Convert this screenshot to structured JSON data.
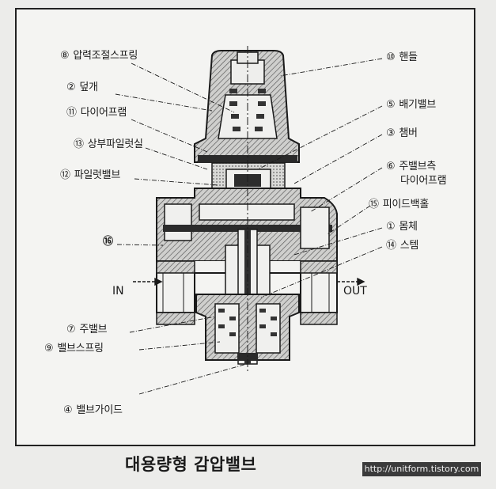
{
  "labels": {
    "pressure_spring": {
      "num": "⑧",
      "text": "압력조절스프링"
    },
    "cover": {
      "num": "②",
      "text": "덮개"
    },
    "diaphragm": {
      "num": "⑪",
      "text": "다이어프램"
    },
    "upper_pilot_chamber": {
      "num": "⑬",
      "text": "상부파일럿실"
    },
    "pilot_valve": {
      "num": "⑫",
      "text": "파일럿밸브"
    },
    "part16": {
      "num": "⑯",
      "text": ""
    },
    "handle": {
      "num": "⑩",
      "text": "핸들"
    },
    "exhaust_valve": {
      "num": "⑤",
      "text": "배기밸브"
    },
    "chamber": {
      "num": "③",
      "text": "챔버"
    },
    "main_valve_diaphragm": {
      "num": "⑥",
      "text": "주밸브측",
      "text2": "다이어프램"
    },
    "feedback_hole": {
      "num": "⑮",
      "text": "피이드백홀"
    },
    "body": {
      "num": "①",
      "text": "몸체"
    },
    "stem": {
      "num": "⑭",
      "text": "스템"
    },
    "main_valve": {
      "num": "⑦",
      "text": "주밸브"
    },
    "valve_spring": {
      "num": "⑨",
      "text": "밸브스프링"
    },
    "valve_guide": {
      "num": "④",
      "text": "밸브가이드"
    }
  },
  "flow": {
    "in": "IN",
    "out": "OUT"
  },
  "caption": "대용량형 감압밸브",
  "watermark": "http://unitform.tistory.com"
}
